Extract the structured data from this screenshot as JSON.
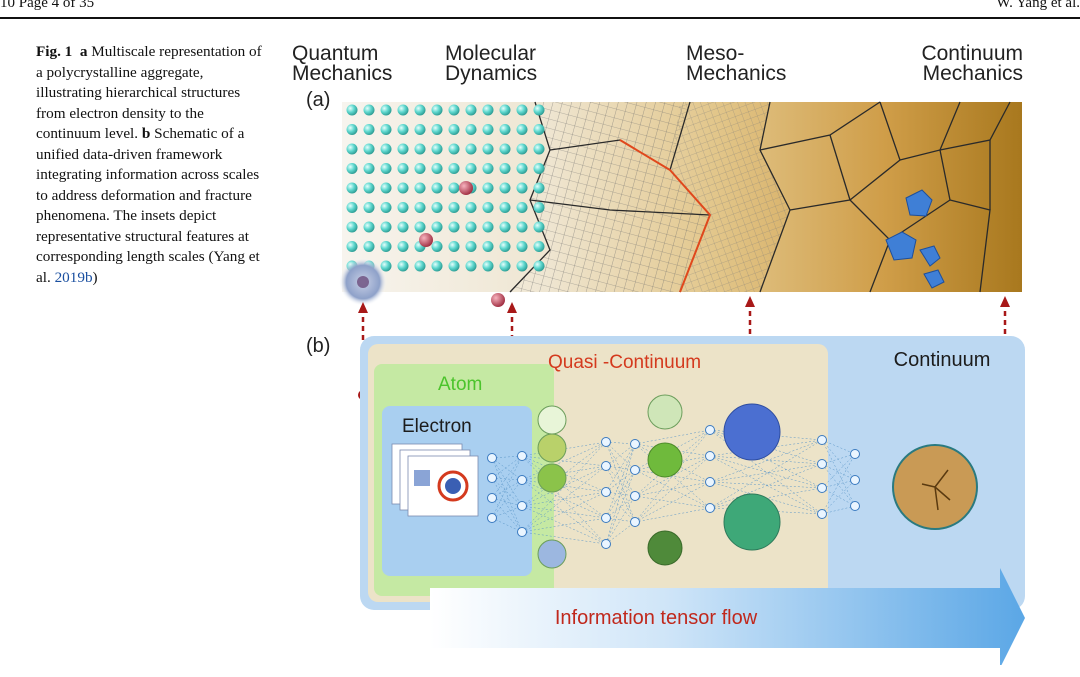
{
  "header": {
    "left": "10   Page 4 of 35",
    "right": "W. Yang et al."
  },
  "caption": {
    "fig_label": "Fig. 1",
    "a_label": "a",
    "a_text": "Multiscale representation of a polycrystalline aggregate, illustrating hierarchical structures from electron density to the continuum level.",
    "b_label": "b",
    "b_text": "Schematic of a unified data-driven framework integrating information across scales to address deformation and fracture phenomena. The insets depict representative structural features at corresponding length scales (Yang et al.",
    "cite": "2019b",
    "close": ")"
  },
  "figure": {
    "scales": [
      {
        "line1": "Quantum",
        "line2": "Mechanics"
      },
      {
        "line1": "Molecular",
        "line2": "Dynamics"
      },
      {
        "line1": "Meso-",
        "line2": "Mechanics"
      },
      {
        "line1": "Continuum",
        "line2": "Mechanics"
      }
    ],
    "panel_a": "(a)",
    "panel_b": "(b)",
    "regions": {
      "continuum": "Continuum",
      "quasi": "Quasi -Continuum",
      "atom": "Atom",
      "electron": "Electron"
    },
    "arrow_label": "Information tensor flow",
    "colors": {
      "continuum_box": "#bcd8f2",
      "quasi_box": "#ece3c8",
      "atom_box": "#c5e9a3",
      "electron_box": "#a9cff0",
      "dashed_red": "#a81818",
      "quasi_text": "#d43a1e",
      "atom_text": "#4cc42c",
      "arrow": "#5ba7e6",
      "grain_boundary_red": "#e0481c",
      "atom_ball": "#5fd8cf"
    }
  }
}
